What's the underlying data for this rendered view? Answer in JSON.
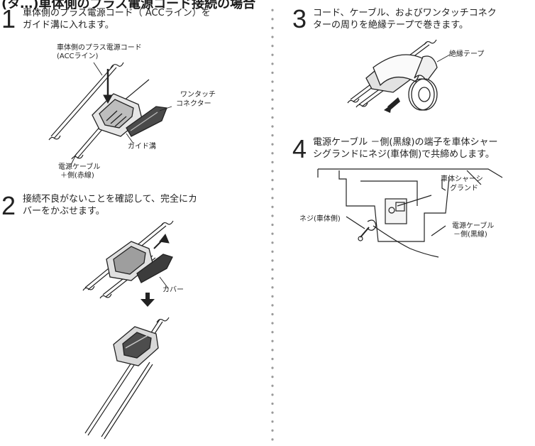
{
  "page": {
    "title_fragment": "(タ…)車体側のプラス電源コード接続の場合"
  },
  "step1": {
    "number": "1",
    "text_line1": "車体側のプラス電源コード（ ACCライン）を",
    "text_line2": "ガイド溝に入れます。",
    "label_cord_line1": "車体側のプラス電源コード",
    "label_cord_line2": "(ACCライン)",
    "label_connector_line1": "ワンタッチ",
    "label_connector_line2": "コネクター",
    "label_groove": "ガイド溝",
    "label_power_line1": "電源ケーブル",
    "label_power_line2": "＋側(赤線)"
  },
  "step2": {
    "number": "2",
    "text_line1": "接続不良がないことを確認して、完全にカ",
    "text_line2": "バーをかぶせます。",
    "label_cover": "カバー"
  },
  "step3": {
    "number": "3",
    "text_line1": "コード、ケーブル、およびワンタッチコネク",
    "text_line2": "ターの周りを絶縁テープで巻きます。",
    "label_tape": "絶縁テープ"
  },
  "step4": {
    "number": "4",
    "text_line1": "電源ケーブル －側(黒線)の端子を車体シャー",
    "text_line2": "シグランドにネジ(車体側)で共締めします。",
    "label_ground_line1": "車体シャーシ",
    "label_ground_line2": "グランド",
    "label_screw": "ネジ(車体側)",
    "label_minus_line1": "電源ケーブル",
    "label_minus_line2": "－側(黒線)"
  }
}
